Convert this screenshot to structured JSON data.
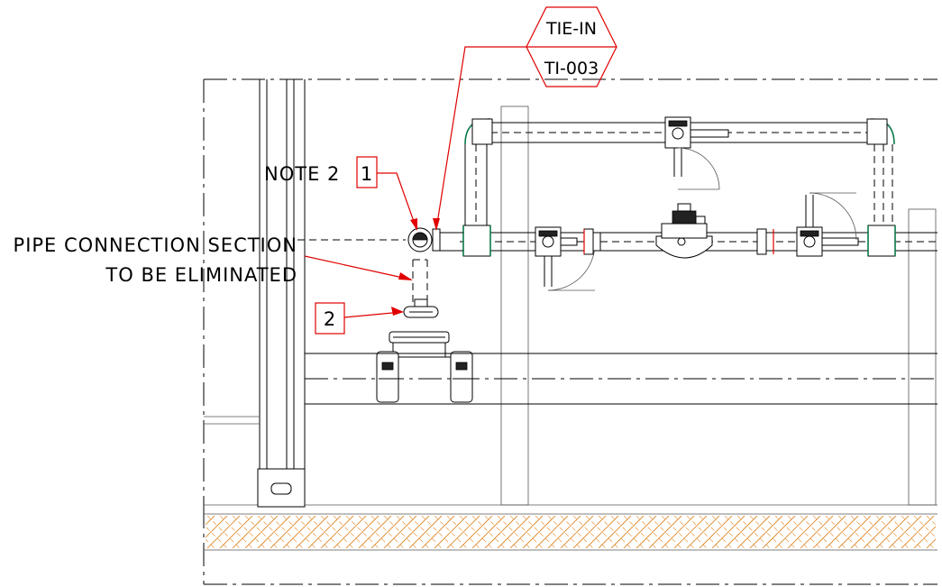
{
  "colors": {
    "annotation_red": "#e00000",
    "fitting_green": "#0a7a4a",
    "ground_hatch": "#e08a2a",
    "linework": "#000000"
  },
  "annotations": {
    "tie_in_label": "TIE-IN",
    "tie_in_id": "TI-003",
    "note_text": "NOTE 2",
    "note_callout": "1",
    "section_line1": "PIPE CONNECTION SECTION",
    "section_line2": "TO BE ELIMINATED",
    "item_callout": "2"
  },
  "components": [
    "tie-in-elbow",
    "upper-bypass-valve",
    "lower-left-valve",
    "control-valve",
    "lower-right-valve",
    "flange-pair-left",
    "flange-pair-right",
    "tee-fitting",
    "reducer-fitting",
    "junction-box"
  ]
}
